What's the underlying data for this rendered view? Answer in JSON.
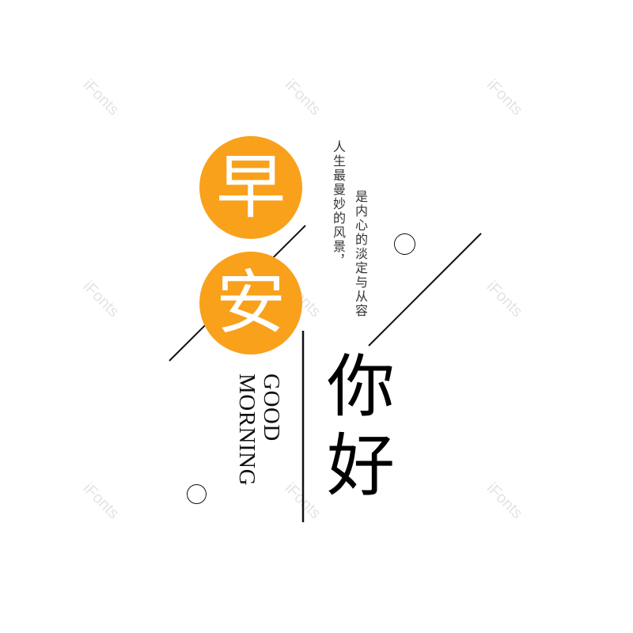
{
  "watermark": "iFonts",
  "colors": {
    "accent": "#F9A11B",
    "text": "#000000"
  },
  "title_circles": [
    "早",
    "安"
  ],
  "tagline_col1": "人生最曼妙的风景，",
  "tagline_col2": "是内心的淡定与从容",
  "english": [
    "GOOD",
    "MORNING"
  ],
  "main_text": [
    "你",
    "好"
  ]
}
